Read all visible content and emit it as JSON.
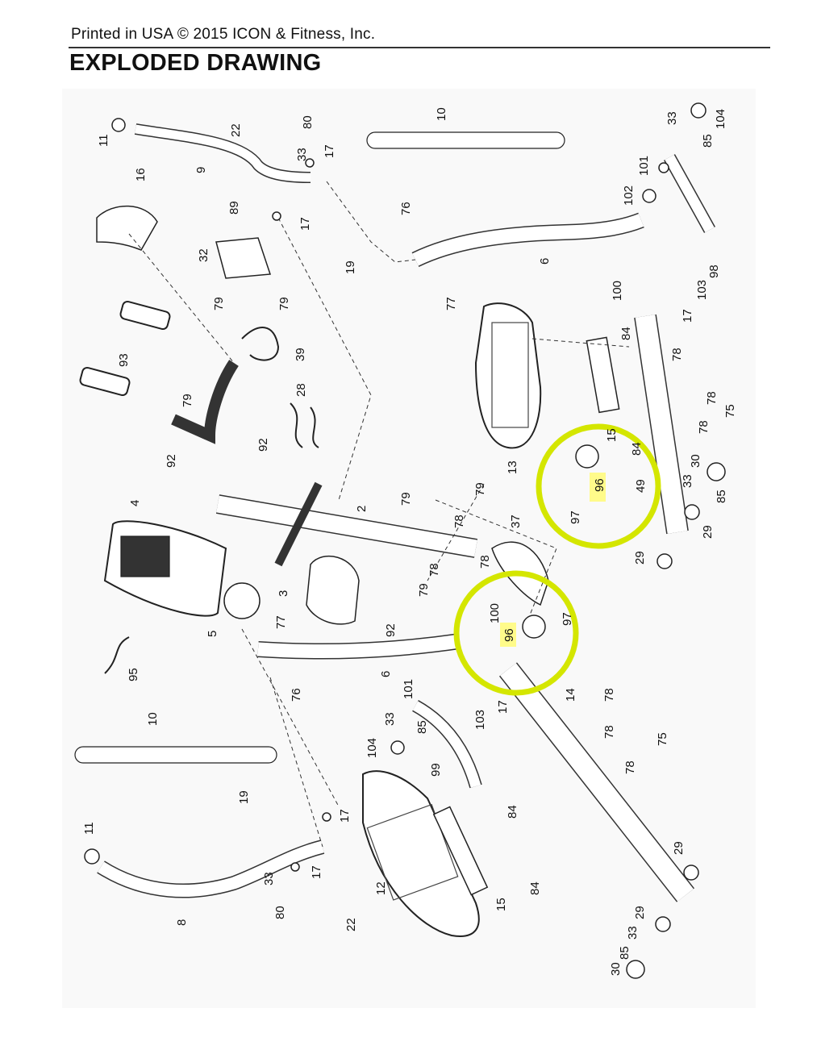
{
  "header": {
    "print_line": "Printed in USA © 2015 ICON & Fitness, Inc.",
    "title": "EXPLODED DRAWING"
  },
  "highlight_color": "#d4e600",
  "callout_fill": "#fffb8a",
  "part_numbers": {
    "p2": "2",
    "p3": "3",
    "p4": "4",
    "p5": "5",
    "p6a": "6",
    "p6b": "6",
    "p8": "8",
    "p9": "9",
    "p10a": "10",
    "p10b": "10",
    "p11a": "11",
    "p11b": "11",
    "p12": "12",
    "p13": "13",
    "p14": "14",
    "p15a": "15",
    "p15b": "15",
    "p16": "16",
    "p17a": "17",
    "p17b": "17",
    "p17c": "17",
    "p17d": "17",
    "p17e": "17",
    "p17f": "17",
    "p19a": "19",
    "p19b": "19",
    "p22a": "22",
    "p22b": "22",
    "p28": "28",
    "p29a": "29",
    "p29b": "29",
    "p29c": "29",
    "p29d": "29",
    "p30a": "30",
    "p30b": "30",
    "p32": "32",
    "p33a": "33",
    "p33b": "33",
    "p33c": "33",
    "p33d": "33",
    "p33e": "33",
    "p33f": "33",
    "p37": "37",
    "p39": "39",
    "p49": "49",
    "p75a": "75",
    "p75b": "75",
    "p76a": "76",
    "p76b": "76",
    "p77a": "77",
    "p77b": "77",
    "p78a": "78",
    "p78b": "78",
    "p78c": "78",
    "p78d": "78",
    "p78e": "78",
    "p78f": "78",
    "p78g": "78",
    "p78h": "78",
    "p78i": "78",
    "p79a": "79",
    "p79b": "79",
    "p79c": "79",
    "p79d": "79",
    "p79e": "79",
    "p79f": "79",
    "p80a": "80",
    "p80b": "80",
    "p84a": "84",
    "p84b": "84",
    "p84c": "84",
    "p84d": "84",
    "p85a": "85",
    "p85b": "85",
    "p85c": "85",
    "p89": "89",
    "p92a": "92",
    "p92b": "92",
    "p92c": "92",
    "p93": "93",
    "p95": "95",
    "p96a": "96",
    "p96b": "96",
    "p97a": "97",
    "p97b": "97",
    "p98": "98",
    "p99": "99",
    "p100a": "100",
    "p100b": "100",
    "p101a": "101",
    "p101b": "101",
    "p102": "102",
    "p103a": "103",
    "p103b": "103",
    "p104a": "104",
    "p104b": "104"
  }
}
